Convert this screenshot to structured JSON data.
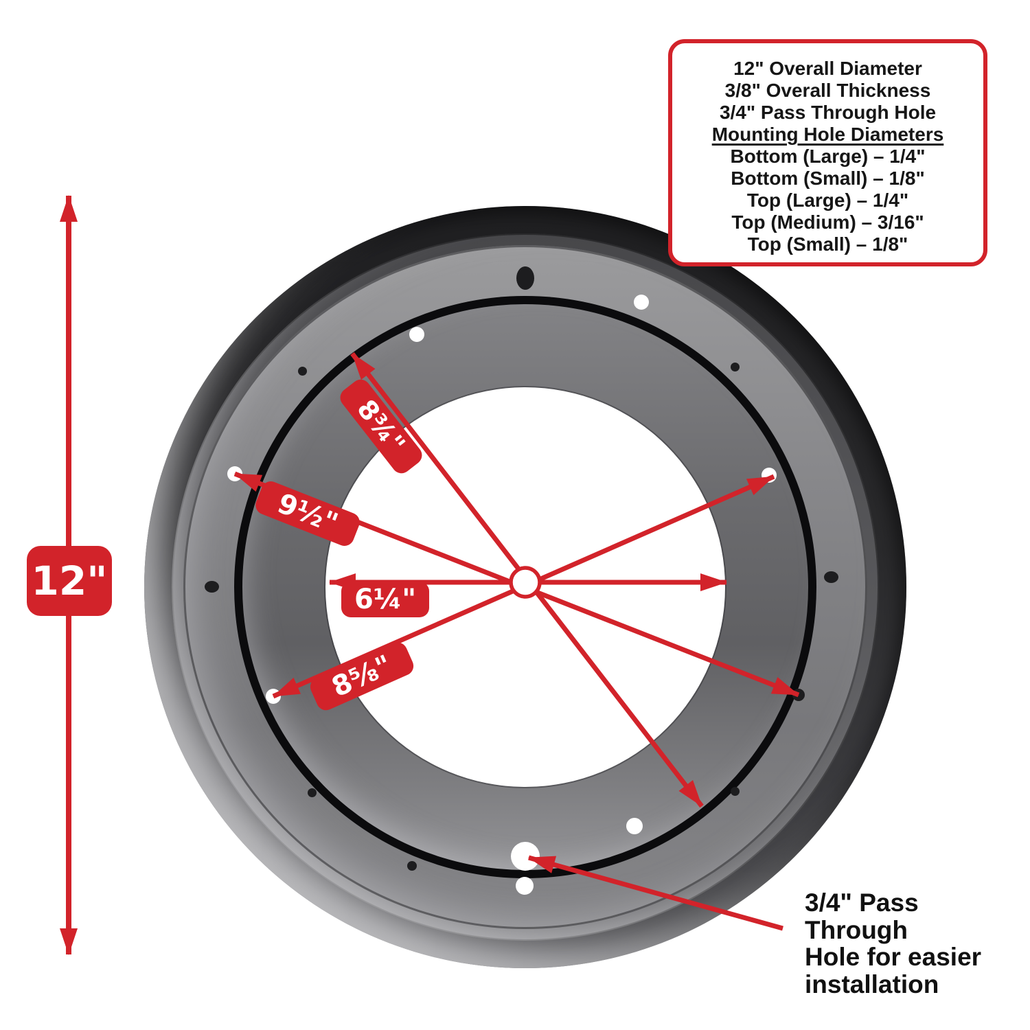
{
  "colors": {
    "accent_red": "#d2232a"
  },
  "spec_box": {
    "lines": [
      "12\" Overall Diameter",
      "3/8\" Overall Thickness",
      "3/4\" Pass Through Hole",
      "Mounting Hole Diameters",
      "Bottom (Large) – 1/4\"",
      "Bottom (Small) – 1/8\"",
      "Top (Large) – 1/4\"",
      "Top (Medium) – 3/16\"",
      "Top (Small) – 1/8\""
    ]
  },
  "dimension_labels": {
    "overall_diameter": "12\"",
    "top_plate_bolt_circle": "8¾\"",
    "bottom_plate_bolt_circle": "9½\"",
    "inner_opening_diameter": "6¼\"",
    "second_bolt_circle": "8⅝\""
  },
  "callout": {
    "lines": [
      "3/4\" Pass Through",
      "Hole for easier",
      "installation"
    ]
  }
}
